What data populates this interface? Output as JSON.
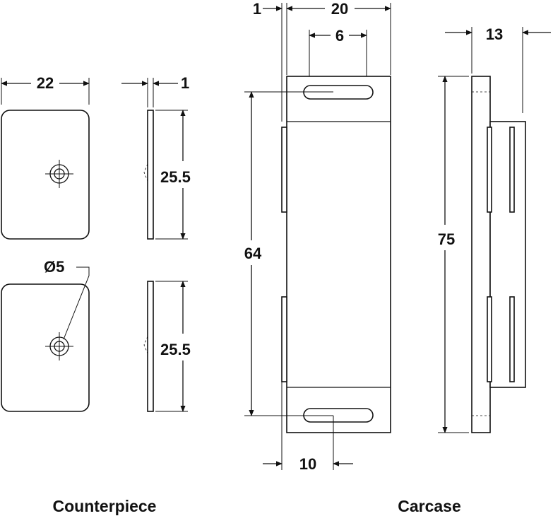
{
  "counterpiece": {
    "caption": "Counterpiece",
    "width_label": "22",
    "thickness_label": "1",
    "height_label_top": "25.5",
    "height_label_bottom": "25.5",
    "hole_label": "Ø5"
  },
  "carcase": {
    "caption": "Carcase",
    "offset_label": "1",
    "width_label": "20",
    "slot_label": "6",
    "depth_label": "13",
    "inner_height_label": "64",
    "total_height_label": "75",
    "bottom_offset_label": "10"
  }
}
